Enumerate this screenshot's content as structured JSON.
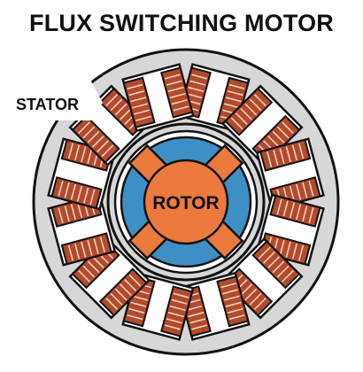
{
  "title": "FLUX SWITCHING MOTOR",
  "labels": {
    "stator": "STATOR",
    "rotor": "ROTOR"
  },
  "structure": {
    "stator_slots": 12,
    "stator_coil_slots": 24,
    "rotor_poles": 4
  },
  "colors": {
    "stator": "#d7d7d7",
    "coil": "#b54a2b",
    "coil_line": "#f2d4c4",
    "rotor": "#ec7a3c",
    "magnet": "#3e8fc5",
    "outline": "#121212",
    "background": "#ffffff"
  }
}
